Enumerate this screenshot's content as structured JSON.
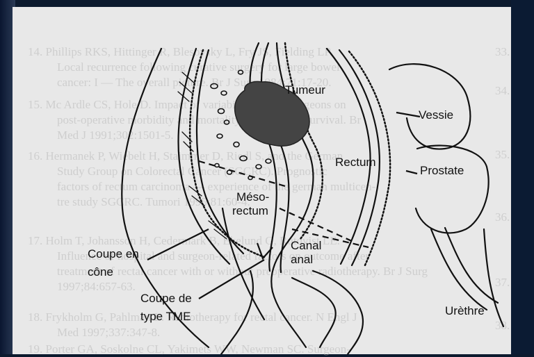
{
  "labels": {
    "tumeur": "Tumeur",
    "vessie": "Vessie",
    "rectum": "Rectum",
    "prostate": "Prostate",
    "meso_line1": "Méso-",
    "meso_line2": "rectum",
    "canal_line1": "Canal",
    "canal_line2": "anal",
    "coupe_cone_line1": "Coupe en",
    "coupe_cone_line2": "cône",
    "coupe_tme_line1": "Coupe de",
    "coupe_tme_line2": "type TME",
    "urethre": "Urèthre"
  },
  "background_text": [
    "14. Phillips RKS, Hittinger R, Blesovsky L, Fry JS, Fielding LP.",
    "Local recurrence following curative surgery for large bowel",
    "cancer: I — The overall picture. Br J Surg 1984;71:17-20.",
    "15. Mc Ardle CS, Hole D. Impact of variability among surgeons on",
    "post-operative morbidity and mortality and ultimate survival. Br",
    "Med J 1991;302:1501-5.",
    "16. Hermanek P, Wiebelt H, Staimmer D, Riedl S, and the German",
    "Study Group on Colorectal Cancer (SGCRC). Prognostic",
    "factors of rectum carcinoma — experience of the german multicen-",
    "tre study SGCRC. Tumori 1995;81:60-4.",
    "17. Holm T, Johansson H, Cedermark B, Ekelund G, Rutqvist LE.",
    "Influence of hospital and surgeon-related factors on outcome after",
    "treatment of rectal cancer with or without preoperative radiotherapy. Br J Surg",
    "1997;84:657-63.",
    "18. Frykholm G, Pahlman L. Radiotherapy for rectal cancer. N Engl J",
    "Med 1997;337:347-8.",
    "19. Porter GA, Soskolne CL, Yakimets WW, Newman SC. Surgeon-"
  ],
  "margin_numbers": [
    "33.",
    "34.",
    "35.",
    "36.",
    "37.",
    "38."
  ]
}
